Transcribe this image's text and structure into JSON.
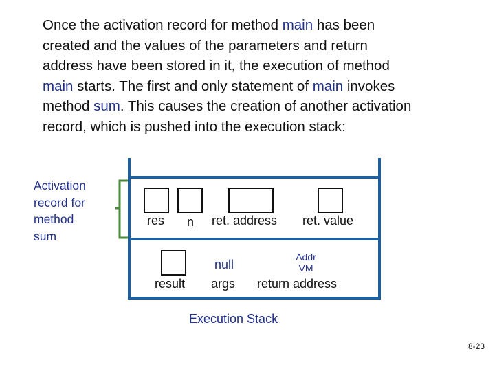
{
  "paragraph": {
    "line1": [
      "Once the activation record for method ",
      "main",
      " has been"
    ],
    "line2": "created and the values of the parameters and return",
    "line3": "address have been stored in it, the execution of method",
    "line4": [
      "main",
      " starts. The first and only statement of ",
      "main",
      " invokes"
    ],
    "line5": [
      "method ",
      "sum",
      ". This causes the creation of another activation"
    ],
    "line6": "record, which is pushed into the execution stack:"
  },
  "record_label": [
    "Activation",
    "record for",
    "method",
    "sum"
  ],
  "sum_record": {
    "res": "res",
    "n": "n",
    "ret_address": "ret. address",
    "ret_value": "ret. value"
  },
  "main_record": {
    "result": "result",
    "args_value": "null",
    "args": "args",
    "addr_line1": "Addr",
    "addr_line2": "VM",
    "return_address": "return address"
  },
  "caption": "Execution Stack",
  "page_number": "8-23",
  "colors": {
    "highlight": "#1f2f8c",
    "stack_lines": "#1f5f9c",
    "brace": "#4a8a3a"
  }
}
